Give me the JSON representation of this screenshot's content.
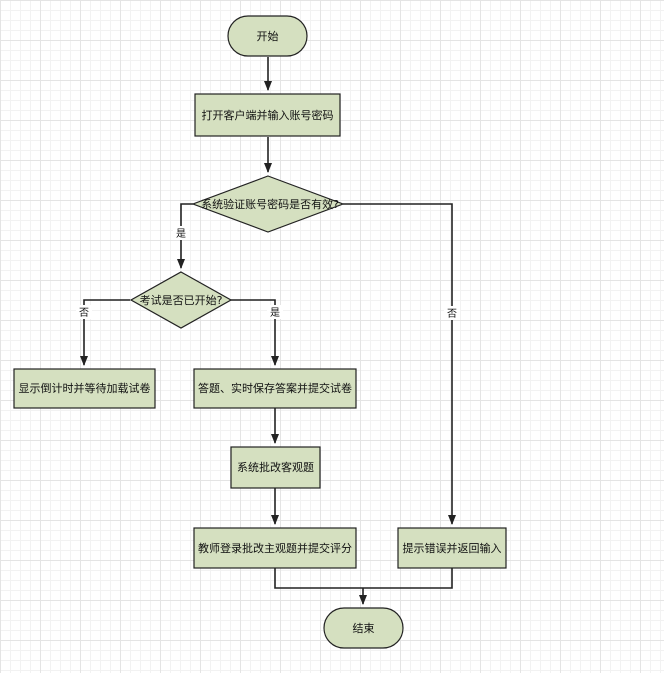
{
  "colors": {
    "node_fill": "#d5e0c0",
    "node_stroke": "#222222",
    "edge": "#222222",
    "grid": "#e4e4e4"
  },
  "nodes": {
    "start": "开始",
    "open_client": "打开客户端并输入账号密码",
    "validate": "系统验证账号密码是否有效?",
    "exam_started": "考试是否已开始?",
    "show_countdown": "显示倒计时并等待加载试卷",
    "answer_save_submit": "答题、实时保存答案并提交试卷",
    "grade_objective": "系统批改客观题",
    "teacher_grade": "教师登录批改主观题并提交评分",
    "error_return": "提示错误并返回输入",
    "end": "结束"
  },
  "edge_labels": {
    "valid_yes": "是",
    "valid_no": "否",
    "started_yes": "是",
    "started_no": "否"
  }
}
